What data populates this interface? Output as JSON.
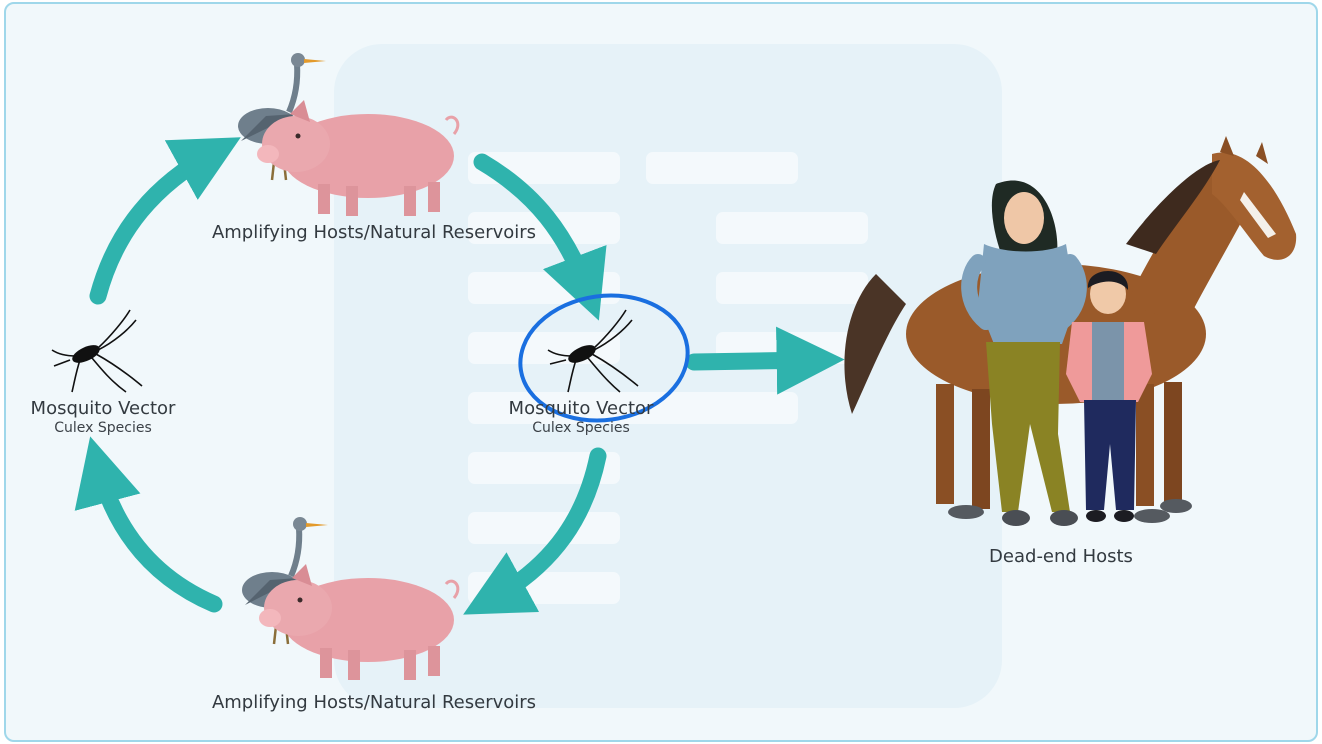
{
  "diagram": {
    "labels": {
      "reservoir_top": "Amplifying Hosts/Natural Reservoirs",
      "reservoir_bottom": "Amplifying Hosts/Natural Reservoirs",
      "vector_left_title": "Mosquito Vector",
      "vector_left_sub": "Culex Species",
      "vector_center_title": "Mosquito Vector",
      "vector_center_sub": "Culex Species",
      "dead_end": "Dead-end Hosts"
    },
    "colors": {
      "arrow": "#2fb3ad",
      "annotation_circle": "#1a6fe0",
      "pig": "#e8a1a8",
      "horse": "#9a5a2a",
      "background": "#f1f8fb"
    },
    "icons": [
      "heron-icon",
      "pig-icon",
      "mosquito-icon",
      "horse-icon",
      "woman-icon",
      "boy-icon",
      "arrow-icon"
    ]
  }
}
